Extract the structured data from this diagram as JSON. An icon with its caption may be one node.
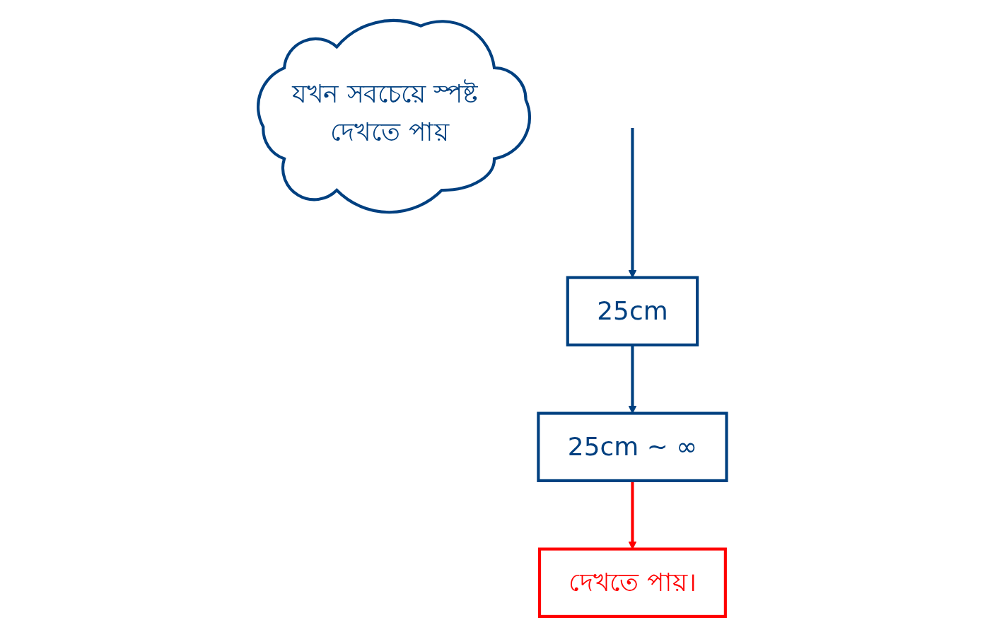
{
  "diagram": {
    "nodes": [
      {
        "text": [
          "25cm"
        ]
      },
      {
        "text": [
          "যখন সবচেয়ে স্পষ্ট দেখতে পায়"
        ]
      },
      {
        "text": [
          "25cm ~ ∞"
        ]
      },
      {
        "text": [
          "দেখতে পায়।"
        ]
      }
    ],
    "edges": [
      {
        "from": null,
        "to": 0,
        "arrow": "to"
      },
      {
        "from": 0,
        "to": 2,
        "arrow": "to"
      },
      {
        "from": 2,
        "to": 3,
        "arrow": "to",
        "color": "#ff0000"
      }
    ]
  }
}
